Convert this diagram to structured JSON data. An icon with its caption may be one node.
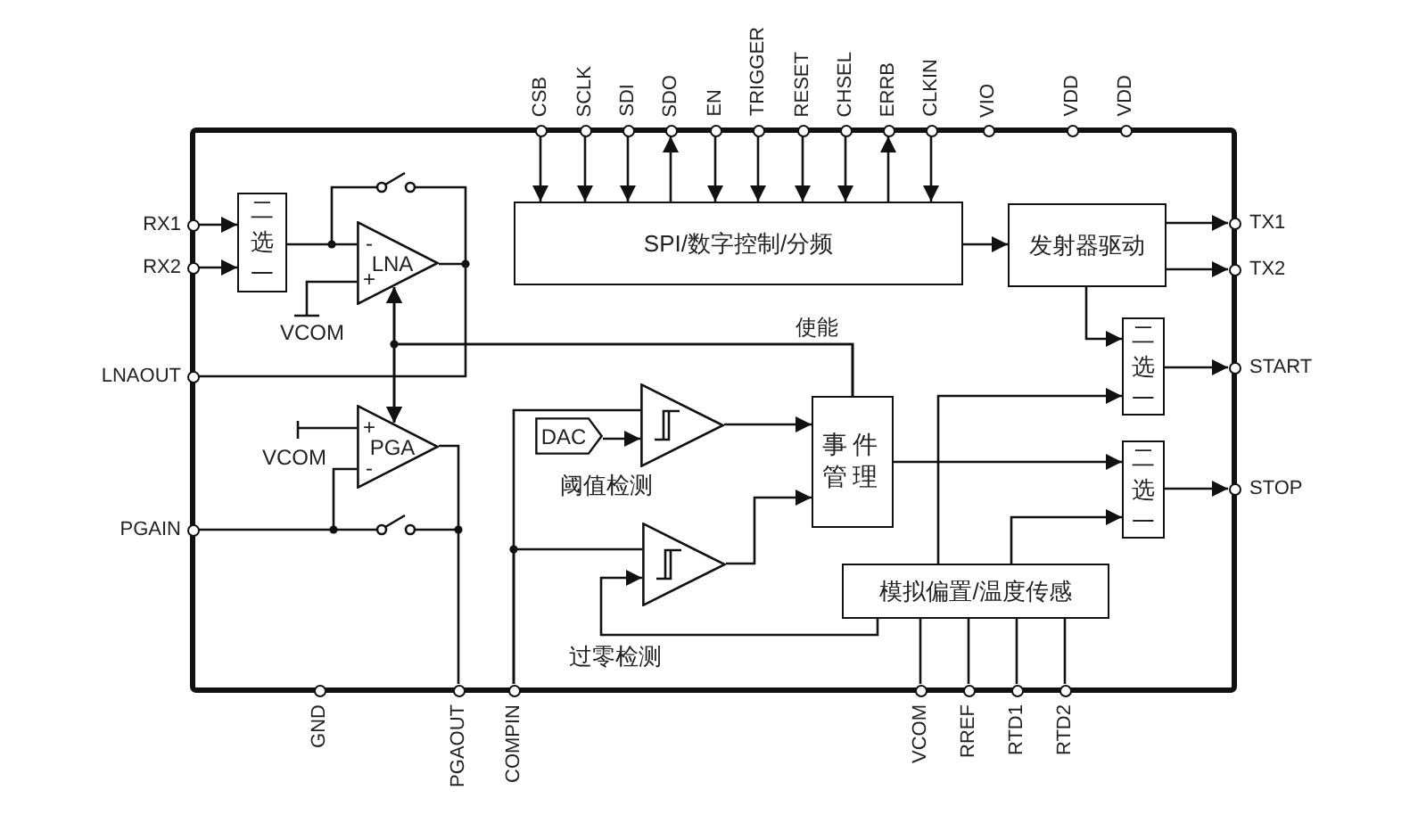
{
  "diagram": {
    "nodes": [
      {
        "text": [
          "CSB"
        ]
      },
      {
        "text": [
          "SCLK"
        ]
      },
      {
        "text": [
          "SDI"
        ]
      },
      {
        "text": [
          "SDO"
        ]
      },
      {
        "text": [
          "EN"
        ]
      },
      {
        "text": [
          "TRIGGER"
        ]
      },
      {
        "text": [
          "RESET"
        ]
      },
      {
        "text": [
          "CHSEL"
        ]
      },
      {
        "text": [
          "ERRB"
        ]
      },
      {
        "text": [
          "CLKIN"
        ]
      },
      {
        "text": [
          "VIO"
        ]
      },
      {
        "text": [
          "VDD"
        ]
      },
      {
        "text": [
          "VDD"
        ]
      },
      {
        "text": [
          "RX1"
        ]
      },
      {
        "text": [
          "RX2"
        ]
      },
      {
        "text": [
          "LNAOUT"
        ]
      },
      {
        "text": [
          "PGAIN"
        ]
      },
      {
        "text": [
          "TX1"
        ]
      },
      {
        "text": [
          "TX2"
        ]
      },
      {
        "text": [
          "START"
        ]
      },
      {
        "text": [
          "STOP"
        ]
      },
      {
        "text": [
          "GND"
        ]
      },
      {
        "text": [
          "PGAOUT"
        ]
      },
      {
        "text": [
          "COMPIN"
        ]
      },
      {
        "text": [
          "VCOM"
        ]
      },
      {
        "text": [
          "RREF"
        ]
      },
      {
        "text": [
          "RTD1"
        ]
      },
      {
        "text": [
          "RTD2"
        ]
      },
      {
        "text": [
          "二选一"
        ]
      },
      {
        "text": [
          "LNA"
        ]
      },
      {
        "text": [
          "PGA"
        ]
      },
      {
        "text": [
          "SPI/数字控制/分频"
        ]
      },
      {
        "text": [
          "发射器驱动"
        ]
      },
      {
        "text": [
          "二选一"
        ]
      },
      {
        "text": [
          "二选一"
        ]
      },
      {
        "text": [
          "DAC"
        ]
      },
      {
        "text": [],
        "shape": "triangle",
        "beside": [
          "阈值检测"
        ]
      },
      {
        "text": [
          "事件管理"
        ]
      },
      {
        "text": [],
        "shape": "triangle",
        "beside": [
          "过零检测"
        ]
      },
      {
        "text": [
          "模拟偏置/温度传感"
        ]
      }
    ],
    "edges": [
      {
        "from": 0,
        "to": 31,
        "arrow": "to"
      },
      {
        "from": 1,
        "to": 31,
        "arrow": "to"
      },
      {
        "from": 2,
        "to": 31,
        "arrow": "to"
      },
      {
        "from": 31,
        "to": 3,
        "arrow": "to"
      },
      {
        "from": 4,
        "to": 31,
        "arrow": "to"
      },
      {
        "from": 5,
        "to": 31,
        "arrow": "to"
      },
      {
        "from": 6,
        "to": 31,
        "arrow": "to"
      },
      {
        "from": 7,
        "to": 31,
        "arrow": "to"
      },
      {
        "from": 31,
        "to": 8,
        "arrow": "to"
      },
      {
        "from": 9,
        "to": 31,
        "arrow": "to"
      },
      {
        "from": 13,
        "to": 28,
        "arrow": "to"
      },
      {
        "from": 14,
        "to": 28,
        "arrow": "to"
      },
      {
        "from": 28,
        "to": 29,
        "arrow": "none"
      },
      {
        "from": 29,
        "to": 15,
        "arrow": "none"
      },
      {
        "from": 29,
        "to": 30,
        "arrow": "both"
      },
      {
        "from": 37,
        "to": 29,
        "arrow": "to",
        "label": "使能"
      },
      {
        "from": 37,
        "to": 30,
        "arrow": "to"
      },
      {
        "from": 16,
        "to": 30,
        "arrow": "none"
      },
      {
        "from": 30,
        "to": 22,
        "arrow": "none"
      },
      {
        "from": 31,
        "to": 32,
        "arrow": "to"
      },
      {
        "from": 32,
        "to": 17,
        "arrow": "to"
      },
      {
        "from": 32,
        "to": 18,
        "arrow": "to"
      },
      {
        "from": 32,
        "to": 33,
        "arrow": "to"
      },
      {
        "from": 33,
        "to": 19,
        "arrow": "to"
      },
      {
        "from": 34,
        "to": 20,
        "arrow": "to"
      },
      {
        "from": 35,
        "to": 36,
        "arrow": "to"
      },
      {
        "from": 23,
        "to": 36,
        "arrow": "none"
      },
      {
        "from": 23,
        "to": 38,
        "arrow": "none"
      },
      {
        "from": 36,
        "to": 37,
        "arrow": "to"
      },
      {
        "from": 38,
        "to": 37,
        "arrow": "to"
      },
      {
        "from": 39,
        "to": 38,
        "arrow": "to"
      },
      {
        "from": 37,
        "to": 34,
        "arrow": "to"
      },
      {
        "from": 39,
        "to": 33,
        "arrow": "to"
      },
      {
        "from": 39,
        "to": 34,
        "arrow": "to"
      },
      {
        "from": 39,
        "to": 24,
        "arrow": "none"
      },
      {
        "from": 39,
        "to": 25,
        "arrow": "none"
      },
      {
        "from": 39,
        "to": 26,
        "arrow": "none"
      },
      {
        "from": 39,
        "to": 27,
        "arrow": "none"
      }
    ],
    "labels": [
      "-",
      "+",
      "VCOM",
      "+",
      "VCOM",
      "-"
    ]
  }
}
